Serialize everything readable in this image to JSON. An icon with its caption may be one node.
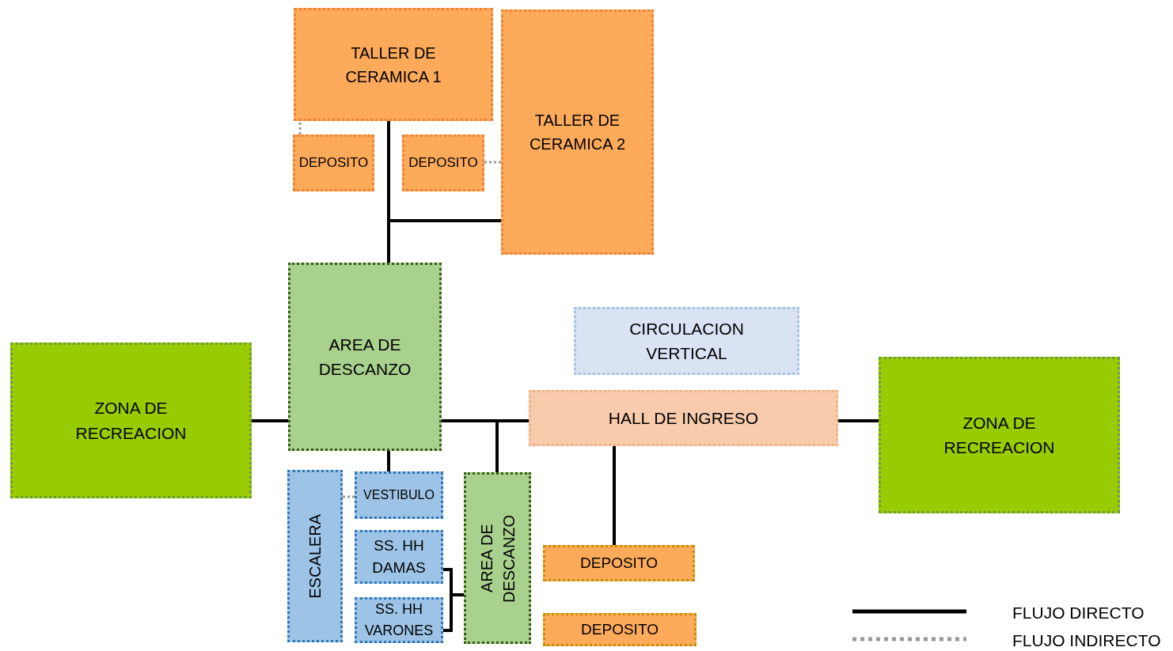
{
  "diagram": {
    "nodes": [
      {
        "text": [
          "TALLER DE CERAMICA 1"
        ]
      },
      {
        "text": [
          "TALLER DE CERAMICA 2"
        ]
      },
      {
        "text": [
          "DEPOSITO"
        ]
      },
      {
        "text": [
          "DEPOSITO"
        ]
      },
      {
        "text": [
          "AREA DE DESCANZO"
        ]
      },
      {
        "text": [
          "CIRCULACION VERTICAL"
        ]
      },
      {
        "text": [
          "ZONA DE RECREACION"
        ]
      },
      {
        "text": [
          "HALL DE INGRESO"
        ]
      },
      {
        "text": [
          "ZONA DE RECREACION"
        ]
      },
      {
        "text": [
          "ESCALERA"
        ]
      },
      {
        "text": [
          "VESTIBULO"
        ]
      },
      {
        "text": [
          "AREA DE DESCANZO"
        ]
      },
      {
        "text": [
          "SS. HH DAMAS"
        ]
      },
      {
        "text": [
          "SS. HH VARONES"
        ]
      },
      {
        "text": [
          "DEPOSITO"
        ]
      },
      {
        "text": [
          "DEPOSITO"
        ]
      }
    ],
    "edges": [
      {
        "from": 0,
        "to": 4,
        "arrow": "none"
      },
      {
        "from": 1,
        "to": 4,
        "arrow": "none"
      },
      {
        "from": 2,
        "to": 0,
        "arrow": "none",
        "style": "dashed",
        "color": "#999999"
      },
      {
        "from": 3,
        "to": 1,
        "arrow": "none",
        "style": "dashed",
        "color": "#999999"
      },
      {
        "from": 6,
        "to": 4,
        "arrow": "none"
      },
      {
        "from": 4,
        "to": 7,
        "arrow": "none"
      },
      {
        "from": 4,
        "to": 11,
        "arrow": "none"
      },
      {
        "from": 7,
        "to": 8,
        "arrow": "none"
      },
      {
        "from": 4,
        "to": 10,
        "arrow": "none"
      },
      {
        "from": 9,
        "to": 10,
        "arrow": "none",
        "style": "dashed",
        "color": "#999999"
      },
      {
        "from": 12,
        "to": 11,
        "arrow": "none"
      },
      {
        "from": 13,
        "to": 11,
        "arrow": "none"
      },
      {
        "from": 7,
        "to": 14,
        "arrow": "none"
      }
    ],
    "legend": [
      {
        "text": "FLUJO DIRECTO"
      },
      {
        "text": "FLUJO INDIRECTO"
      }
    ]
  }
}
